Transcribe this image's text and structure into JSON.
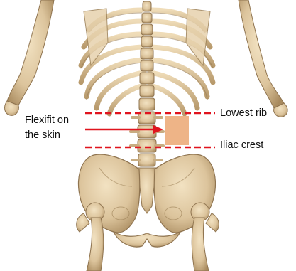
{
  "labels": {
    "flexifit_line1": "Flexifit on",
    "flexifit_line2": "the skin",
    "lowest_rib": "Lowest rib",
    "iliac_crest": "Iliac crest"
  },
  "colors": {
    "bone": "#d9c29d",
    "bone_shadow": "#9c8056",
    "marker_line": "#e0141e",
    "sensor_patch": "#eeb487"
  },
  "icons": {
    "arrow": "red-arrow-icon",
    "patch": "skin-sensor-patch"
  }
}
